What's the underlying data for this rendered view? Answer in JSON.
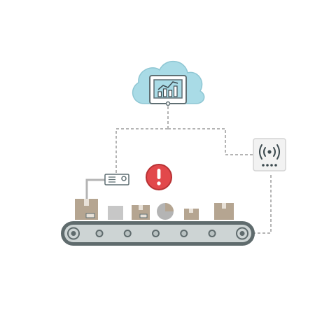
{
  "diagram": {
    "nodes": [
      {
        "id": "cloud",
        "icon": "cloud-icon",
        "child_icon": "monitor-analytics-icon",
        "chart_bars": [
          0.35,
          0.55,
          0.45,
          0.75
        ]
      },
      {
        "id": "wireless-gateway",
        "icon": "wireless-router-icon",
        "indicator_dots": 4
      },
      {
        "id": "sensor",
        "icon": "scanner-sensor-icon"
      },
      {
        "id": "alert",
        "icon": "exclamation-alert-icon"
      },
      {
        "id": "conveyor",
        "icon": "conveyor-belt-icon",
        "rollers": 5
      }
    ],
    "items_on_belt": [
      {
        "kind": "box",
        "icon": "cardboard-box-icon"
      },
      {
        "kind": "block",
        "icon": "grey-block-icon"
      },
      {
        "kind": "box",
        "icon": "cardboard-box-icon"
      },
      {
        "kind": "pie",
        "icon": "pie-chart-icon",
        "slice_fraction": 0.25
      },
      {
        "kind": "box",
        "icon": "small-box-icon"
      },
      {
        "kind": "box",
        "icon": "cardboard-box-icon"
      }
    ],
    "connections": [
      {
        "from": "cloud",
        "to": "sensor",
        "style": "dashed"
      },
      {
        "from": "cloud",
        "to": "wireless-gateway",
        "style": "dashed"
      },
      {
        "from": "wireless-gateway",
        "to": "conveyor",
        "style": "dashed"
      },
      {
        "from": "sensor",
        "to": "conveyor",
        "style": "solid"
      }
    ],
    "colors": {
      "cloud_fill": "#a9dbe6",
      "outline": "#5f6f73",
      "monitor_screen": "#a9dbe6",
      "dashed_line": "#b4b4b4",
      "alert_red": "#e2484b",
      "box_brown": "#b5a591",
      "box_label": "#e8e1d8",
      "block_grey": "#c7c7c7",
      "belt_dark": "#5f6b6d",
      "belt_light": "#cdd4d4",
      "gateway_bg": "#f2f2f2",
      "gateway_accent": "#3c4a4f"
    }
  }
}
